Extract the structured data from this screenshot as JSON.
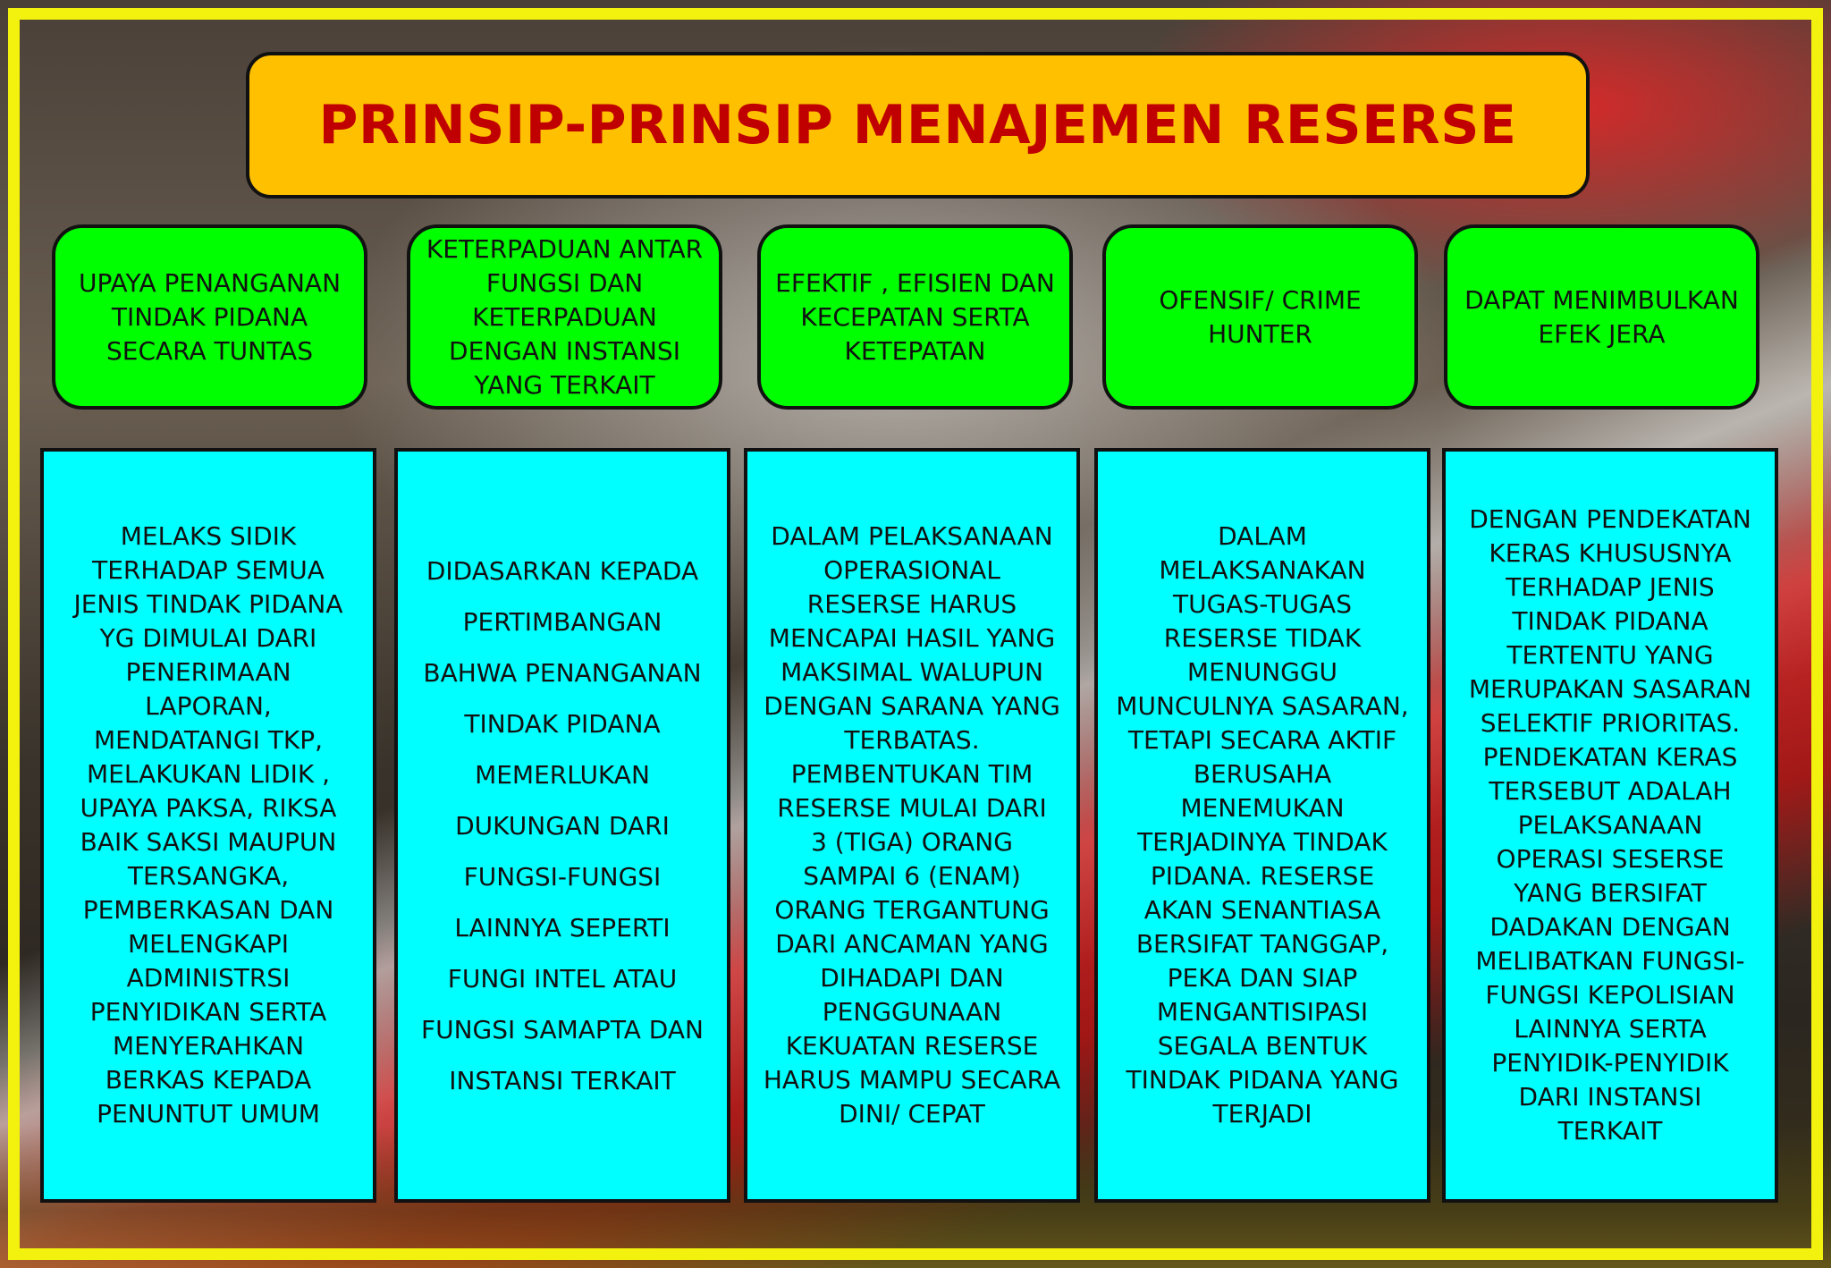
{
  "title": "PRINSIP-PRINSIP MENAJEMEN RESERSE",
  "colors": {
    "frame": "#f3f20f",
    "title_fill": "#ffc000",
    "title_text": "#c00000",
    "header_fill": "#00ff00",
    "body_fill": "#00ffff"
  },
  "principles": [
    {
      "header": "UPAYA PENANGANAN TINDAK PIDANA SECARA TUNTAS",
      "body": "MELAKS SIDIK\nTERHADAP SEMUA\nJENIS TINDAK PIDANA\nYG DIMULAI DARI\nPENERIMAAN\nLAPORAN,\nMENDATANGI TKP,\nMELAKUKAN LIDIK ,\nUPAYA PAKSA, RIKSA\nBAIK SAKSI MAUPUN\nTERSANGKA,\nPEMBERKASAN DAN\nMELENGKAPI\nADMINISTRSI\nPENYIDIKAN  SERTA\nMENYERAHKAN\nBERKAS KEPADA\nPENUNTUT UMUM"
    },
    {
      "header": "KETERPADUAN ANTAR FUNGSI DAN KETERPADUAN DENGAN INSTANSI YANG TERKAIT",
      "body": "DIDASARKAN KEPADA\nPERTIMBANGAN\nBAHWA PENANGANAN\nTINDAK PIDANA\nMEMERLUKAN\nDUKUNGAN DARI\nFUNGSI-FUNGSI\nLAINNYA SEPERTI\nFUNGI INTEL ATAU\nFUNGSI SAMAPTA DAN\nINSTANSI TERKAIT"
    },
    {
      "header": "EFEKTIF , EFISIEN DAN KECEPATAN SERTA KETEPATAN",
      "body": "DALAM PELAKSANAAN\nOPERASIONAL\nRESERSE HARUS\nMENCAPAI HASIL YANG\nMAKSIMAL WALUPUN\nDENGAN SARANA YANG\nTERBATAS.\nPEMBENTUKAN TIM\nRESERSE MULAI DARI\n3 (TIGA) ORANG\nSAMPAI 6 (ENAM)\nORANG TERGANTUNG\nDARI ANCAMAN YANG\nDIHADAPI DAN\nPENGGUNAAN\nKEKUATAN RESERSE\nHARUS MAMPU SECARA\nDINI/ CEPAT"
    },
    {
      "header": "OFENSIF/ CRIME HUNTER",
      "body": "DALAM\nMELAKSANAKAN\nTUGAS-TUGAS\nRESERSE TIDAK\nMENUNGGU\nMUNCULNYA SASARAN,\nTETAPI SECARA AKTIF\nBERUSAHA\nMENEMUKAN\nTERJADINYA TINDAK\nPIDANA. RESERSE\nAKAN SENANTIASA\nBERSIFAT TANGGAP,\nPEKA DAN SIAP\nMENGANTISIPASI\nSEGALA BENTUK\nTINDAK PIDANA YANG\nTERJADI"
    },
    {
      "header": "DAPAT MENIMBULKAN EFEK JERA",
      "body": "DENGAN PENDEKATAN\nKERAS KHUSUSNYA\nTERHADAP JENIS\nTINDAK PIDANA\nTERTENTU YANG\nMERUPAKAN SASARAN\nSELEKTIF PRIORITAS.\nPENDEKATAN KERAS\nTERSEBUT ADALAH\nPELAKSANAAN\nOPERASI SESERSE\nYANG BERSIFAT\nDADAKAN DENGAN\nMELIBATKAN FUNGSI-\nFUNGSI KEPOLISIAN\nLAINNYA SERTA\nPENYIDIK-PENYIDIK\nDARI INSTANSI\nTERKAIT"
    }
  ]
}
